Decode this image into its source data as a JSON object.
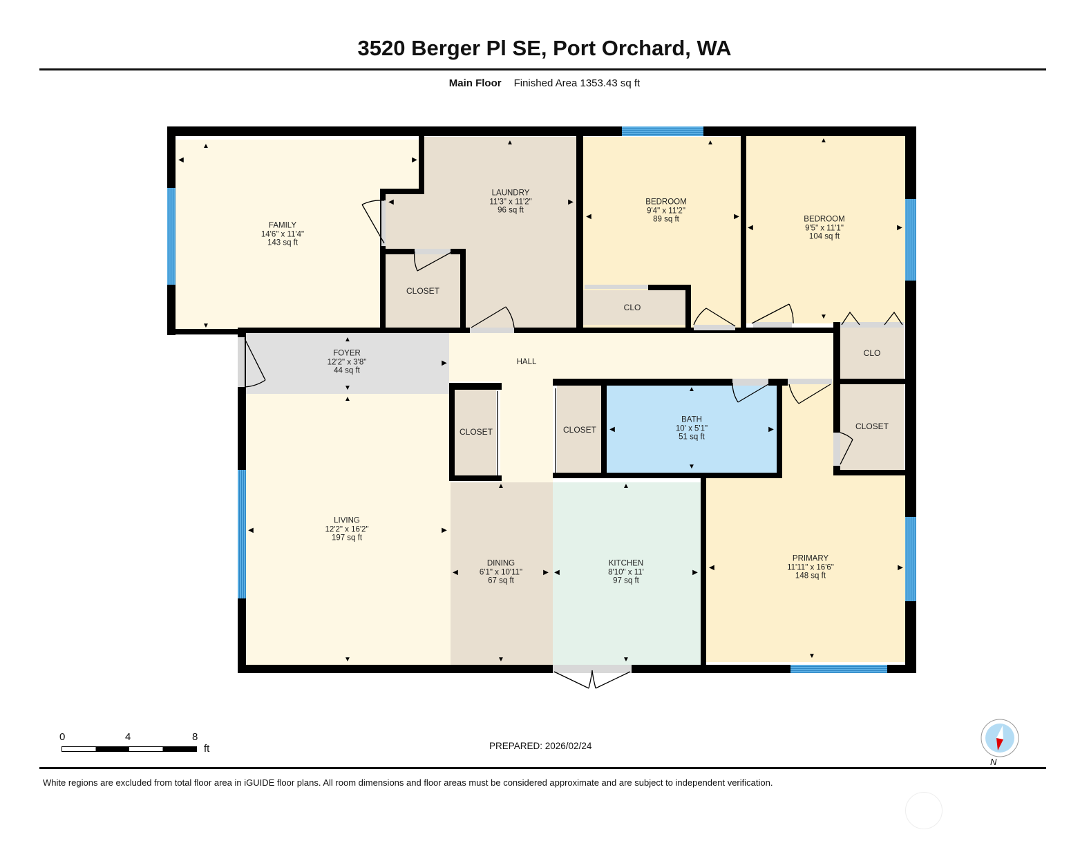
{
  "header": {
    "title": "3520 Berger Pl SE, Port Orchard, WA",
    "floor_name": "Main Floor",
    "finished_area": "Finished Area 1353.43 sq ft"
  },
  "rooms": {
    "family": {
      "name": "FAMILY",
      "dims": "14'6\" x 11'4\"",
      "area": "143 sq ft"
    },
    "laundry": {
      "name": "LAUNDRY",
      "dims": "11'3\" x 11'2\"",
      "area": "96 sq ft"
    },
    "bedroom1": {
      "name": "BEDROOM",
      "dims": "9'4\" x 11'2\"",
      "area": "89 sq ft"
    },
    "bedroom2": {
      "name": "BEDROOM",
      "dims": "9'5\" x 11'1\"",
      "area": "104 sq ft"
    },
    "foyer": {
      "name": "FOYER",
      "dims": "12'2\" x 3'8\"",
      "area": "44 sq ft"
    },
    "hall": {
      "name": "HALL"
    },
    "bath": {
      "name": "BATH",
      "dims": "10' x 5'1\"",
      "area": "51 sq ft"
    },
    "living": {
      "name": "LIVING",
      "dims": "12'2\" x 16'2\"",
      "area": "197 sq ft"
    },
    "dining": {
      "name": "DINING",
      "dims": "6'1\" x 10'11\"",
      "area": "67 sq ft"
    },
    "kitchen": {
      "name": "KITCHEN",
      "dims": "8'10\" x 11'",
      "area": "97 sq ft"
    },
    "primary": {
      "name": "PRIMARY",
      "dims": "11'11\" x 16'6\"",
      "area": "148 sq ft"
    },
    "closet_laundry": {
      "name": "CLOSET"
    },
    "clo_bedroom1": {
      "name": "CLO"
    },
    "clo_hall_east": {
      "name": "CLO"
    },
    "closet_primary": {
      "name": "CLOSET"
    },
    "closet_hall_w": {
      "name": "CLOSET"
    },
    "closet_hall_e": {
      "name": "CLOSET"
    }
  },
  "colors": {
    "living_family": "#fef8e4",
    "bedroom": "#fdf0cc",
    "laundry_closet": "#e8dfd0",
    "foyer": "#e0e0e0",
    "bath": "#bfe3f8",
    "kitchen": "#e4f2ea",
    "window": "#3c9ad8",
    "wall": "#000000"
  },
  "scale": {
    "ticks": [
      "0",
      "4",
      "8"
    ],
    "unit": "ft"
  },
  "prepared": "PREPARED: 2026/02/24",
  "compass": {
    "label": "N"
  },
  "footer": {
    "disclaimer": "White regions are excluded from total floor area in iGUIDE floor plans. All room dimensions and floor areas must be considered approximate and are subject to independent verification."
  }
}
